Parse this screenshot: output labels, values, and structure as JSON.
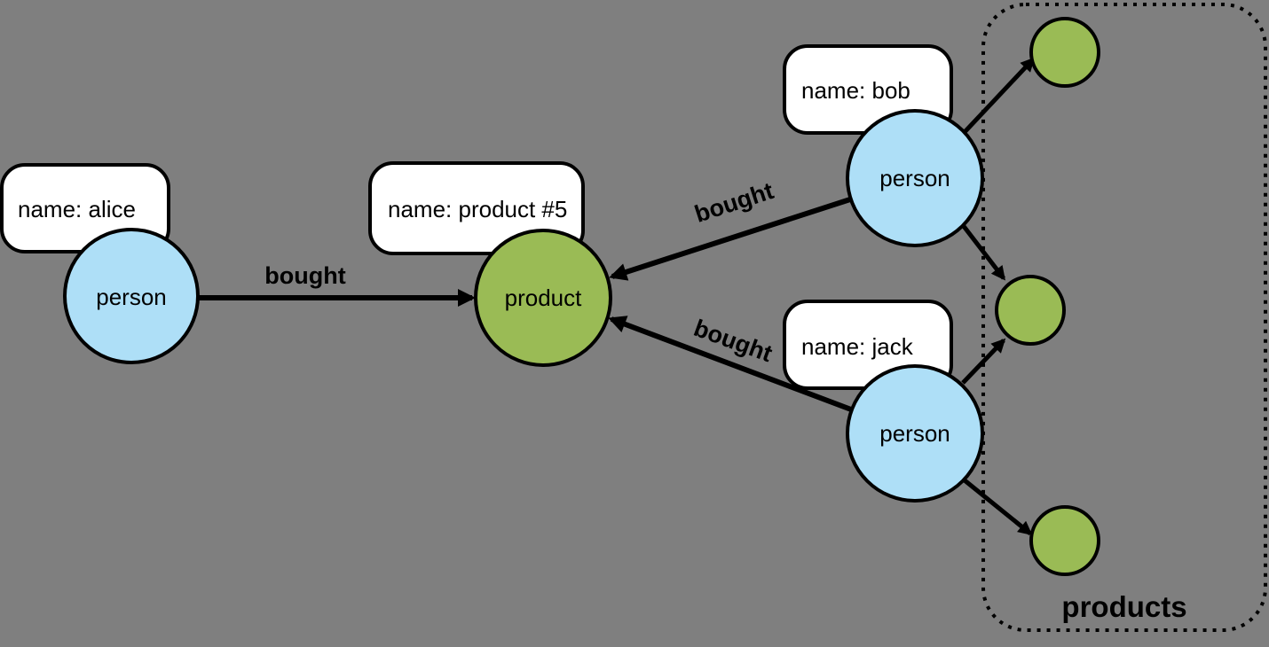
{
  "diagram": {
    "background": "#7f7f7f",
    "person_fill": "#aedff7",
    "product_fill": "#9abb55",
    "box_fill": "#ffffff",
    "stroke_color": "#000000"
  },
  "nodes": {
    "alice": {
      "label": "person",
      "property": "name: alice"
    },
    "bob": {
      "label": "person",
      "property": "name: bob"
    },
    "jack": {
      "label": "person",
      "property": "name: jack"
    },
    "product5": {
      "label": "product",
      "property": "name: product #5"
    }
  },
  "edges": {
    "alice_product": {
      "label": "bought"
    },
    "bob_product": {
      "label": "bought"
    },
    "jack_product": {
      "label": "bought"
    }
  },
  "groups": {
    "products": {
      "label": "products"
    }
  }
}
